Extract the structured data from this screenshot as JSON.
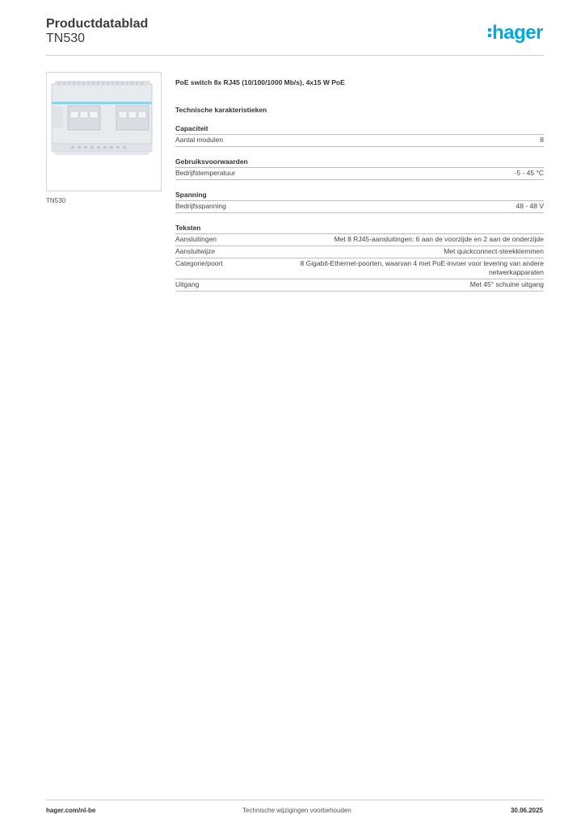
{
  "header": {
    "title": "Productdatablad",
    "product_code": "TN530",
    "logo_text": "hager",
    "brand_color": "#00aadd"
  },
  "product": {
    "image_icon": "poe-switch-device-image",
    "caption": "TN530",
    "description": "PoE switch 8x RJ45 (10/100/1000 Mb/s), 4x15 W PoE"
  },
  "tech_heading": "Technische karakteristieken",
  "sections": [
    {
      "title": "Capaciteit",
      "rows": [
        {
          "label": "Aantal modulen",
          "value": "8"
        }
      ]
    },
    {
      "title": "Gebruiksvoorwaarden",
      "rows": [
        {
          "label": "Bedrijfstemperatuur",
          "value": "-5 - 45 °C"
        }
      ]
    },
    {
      "title": "Spanning",
      "rows": [
        {
          "label": "Bedrijfsspanning",
          "value": "48 - 48 V"
        }
      ]
    },
    {
      "title": "Teksten",
      "rows": [
        {
          "label": "Aansluitingen",
          "value": "Met 8 RJ45-aansluitingen: 6 aan de voorzijde en 2 aan de onderzijde"
        },
        {
          "label": "Aansluitwijze",
          "value": "Met quickconnect-steekklemmen"
        },
        {
          "label": "Categorie/poort",
          "value": "8 Gigabit-Ethernet-poorten, waarvan 4 met PoE-invoer voor levering van andere netwerkapparaten"
        },
        {
          "label": "Uitgang",
          "value": "Met 45° schuine uitgang"
        }
      ]
    }
  ],
  "footer": {
    "website": "hager.com/nl-be",
    "notice": "Technische wijzigingen voorbehouden",
    "date": "30.06.2025"
  }
}
